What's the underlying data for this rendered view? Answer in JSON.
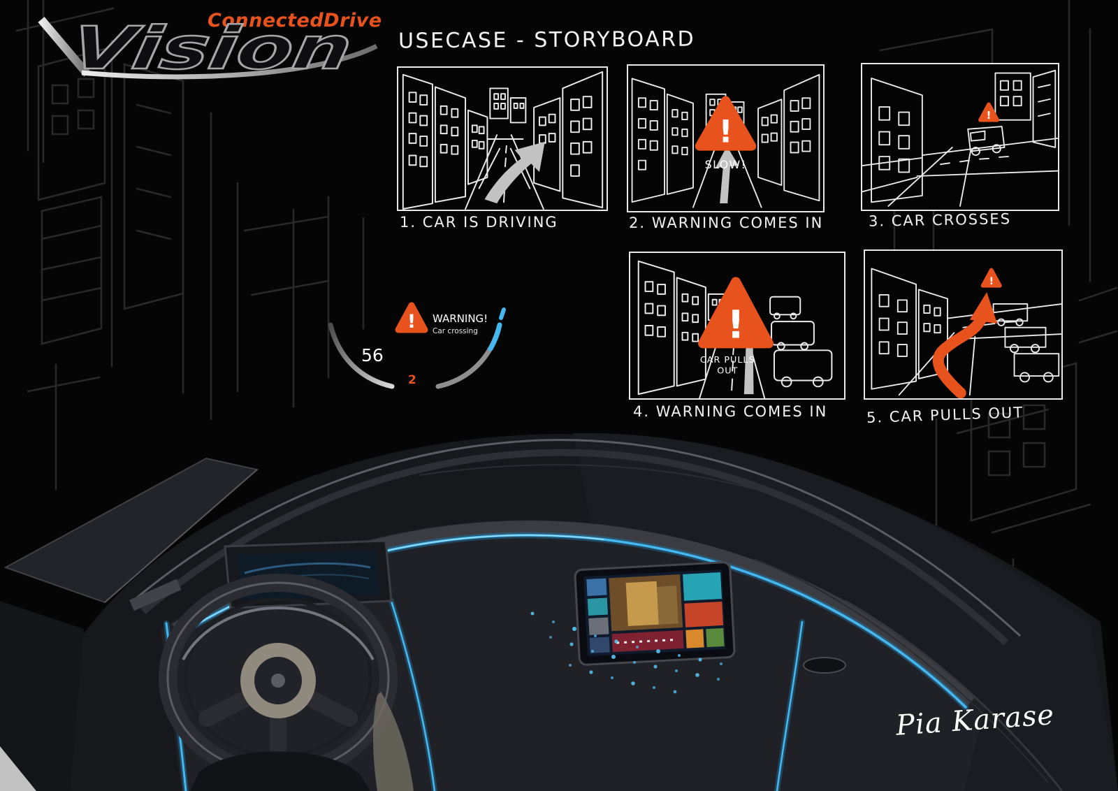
{
  "colors": {
    "background": "#050505",
    "accent_orange": "#e8521c",
    "accent_blue": "#45b7ef",
    "sketch_line": "#ececec"
  },
  "logo": {
    "brand": "Vision",
    "sub_brand": "ConnectedDrive"
  },
  "title": "USECASE - STORYBOARD",
  "storyboard": {
    "panels": [
      {
        "caption": "1. CAR IS DRIVING"
      },
      {
        "caption": "2. WARNING COMES IN",
        "annotation": "SLOW!"
      },
      {
        "caption": "3. CAR CROSSES"
      },
      {
        "caption": "4. WARNING COMES IN",
        "annotation_line1": "CAR PULLS",
        "annotation_line2": "OUT"
      },
      {
        "caption": "5. CAR PULLS OUT"
      }
    ]
  },
  "hud": {
    "speed": "56",
    "gear": "2",
    "warning_title": "WARNING!",
    "warning_subtitle": "Car crossing"
  },
  "icons": {
    "warning_exclamation": "!"
  },
  "signature": "Pia Karase"
}
